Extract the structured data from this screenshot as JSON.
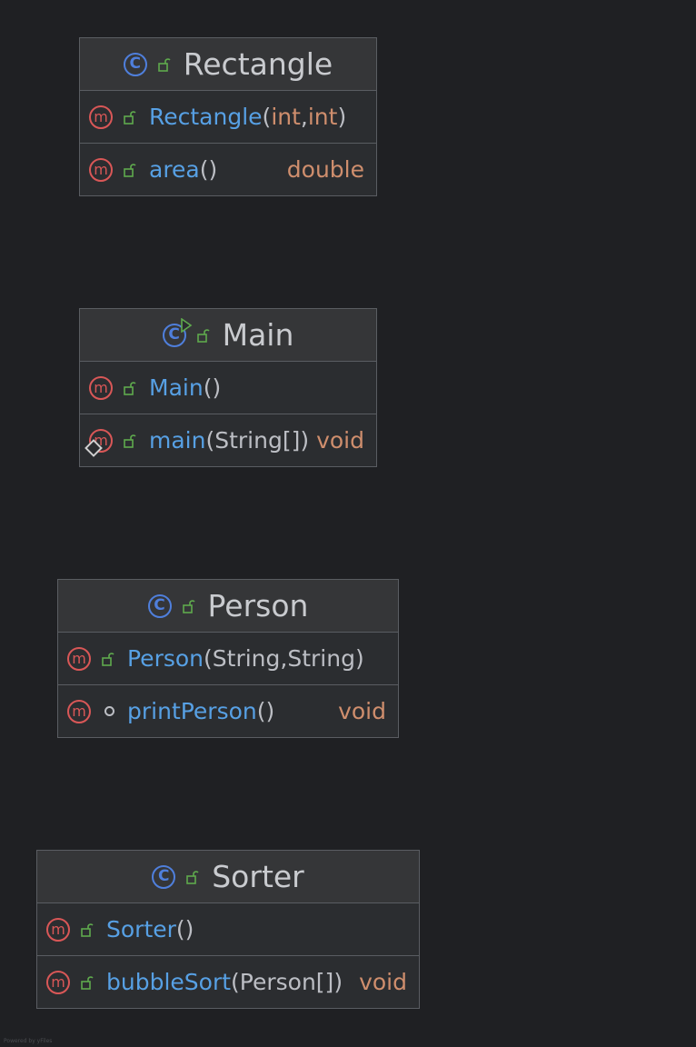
{
  "classes": [
    {
      "name": "Rectangle",
      "members": [
        {
          "name": "Rectangle",
          "open": "(",
          "params": [
            "int",
            "int"
          ],
          "close": ")",
          "return": ""
        },
        {
          "name": "area",
          "open": "(",
          "params": [],
          "close": ")",
          "return": "double"
        }
      ]
    },
    {
      "name": "Main",
      "members": [
        {
          "name": "Main",
          "open": "(",
          "params": [],
          "close": ")",
          "return": ""
        },
        {
          "name": "main",
          "open": "(",
          "params": [
            "String[]"
          ],
          "close": ")",
          "return": "void"
        }
      ]
    },
    {
      "name": "Person",
      "members": [
        {
          "name": "Person",
          "open": "(",
          "params": [
            "String",
            "String"
          ],
          "close": ")",
          "return": ""
        },
        {
          "name": "printPerson",
          "open": "(",
          "params": [],
          "close": ")",
          "return": "void"
        }
      ]
    },
    {
      "name": "Sorter",
      "members": [
        {
          "name": "Sorter",
          "open": "(",
          "params": [],
          "close": ")",
          "return": ""
        },
        {
          "name": "bubbleSort",
          "open": "(",
          "params": [
            "Person[]"
          ],
          "close": ")",
          "return": "void"
        }
      ]
    }
  ],
  "icons": {
    "class_icon": "class-icon",
    "method_icon": "method-icon",
    "public_icon": "unlocked-padlock-icon"
  },
  "colors": {
    "background": "#1f2023",
    "method_name": "#57a0e4",
    "type": "#cf8e6d",
    "class_icon": "#4f7fdc",
    "method_icon": "#d95757",
    "public_icon": "#5faa4d"
  },
  "credit": "Powered by yFiles"
}
